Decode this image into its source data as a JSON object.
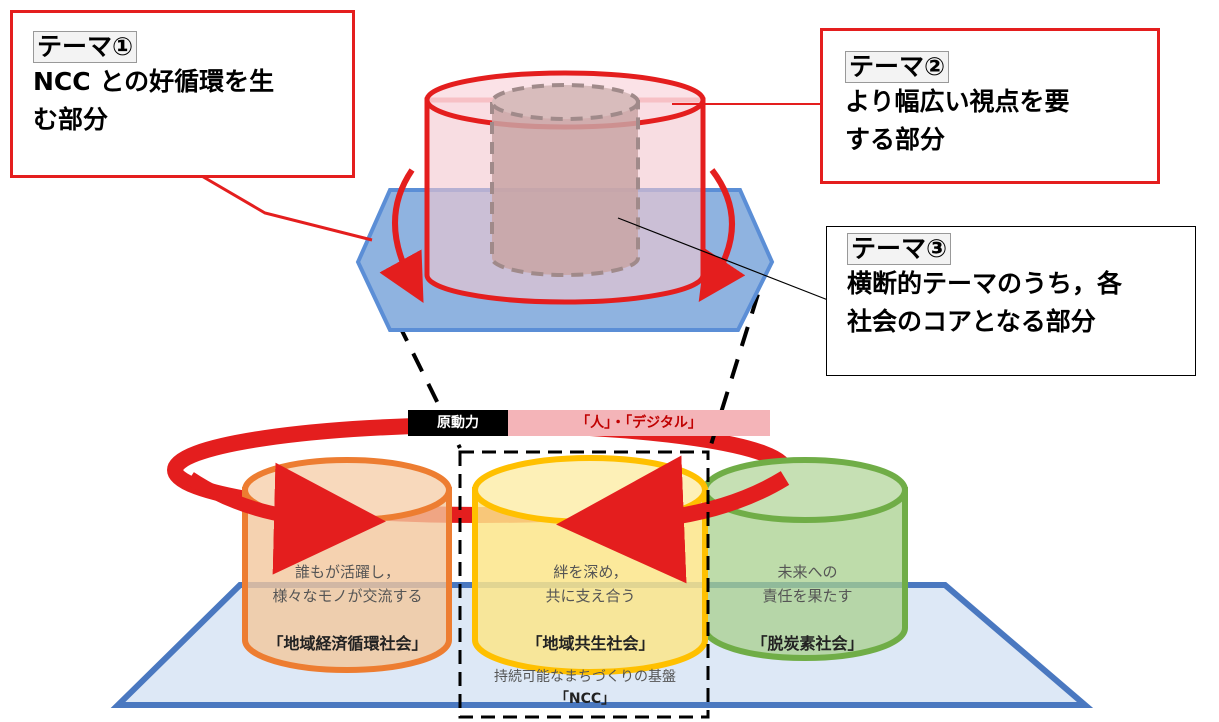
{
  "callouts": {
    "theme1": {
      "tag": "テーマ①",
      "body": "NCC との好循環を生\nむ部分"
    },
    "theme2": {
      "tag": "テーマ②",
      "body": "より幅広い視点を要\nする部分"
    },
    "theme3": {
      "tag": "テーマ③",
      "body": "横断的テーマのうち，各\n社会のコアとなる部分"
    }
  },
  "driver_band": {
    "label": "原動力",
    "value": "「人」・「デジタル」"
  },
  "societies": [
    {
      "desc": "誰もが活躍し，\n様々なモノが交流する",
      "name": "「地域経済循環社会」"
    },
    {
      "desc": "絆を深め，\n共に支え合う",
      "name": "「地域共生社会」"
    },
    {
      "desc": "未来への\n責任を果たす",
      "name": "「脱炭素社会」"
    }
  ],
  "base": {
    "desc": "持続可能なまちづくりの基盤",
    "name": "「NCC」"
  },
  "colors": {
    "accent_red": "#e41e1e",
    "hex_blue": "#8fb3e0",
    "cyl_orange": "#f3c79c",
    "cyl_yellow": "#fbe58a",
    "cyl_green": "#a8d08d"
  }
}
